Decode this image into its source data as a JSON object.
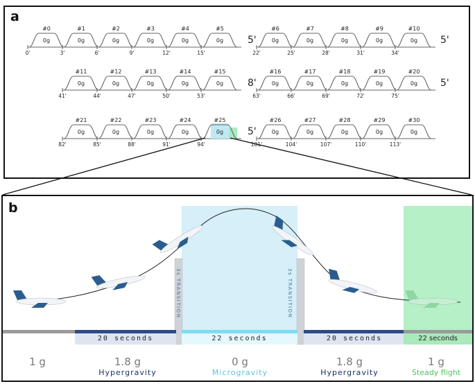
{
  "panel_a": {
    "label": "a",
    "rows": [
      {
        "groups": [
          {
            "parabolas": [
              "#0",
              "#1",
              "#2",
              "#3",
              "#4",
              "#5"
            ],
            "times": [
              "0'",
              "3'",
              "6'",
              "9'",
              "12'",
              "15'"
            ]
          },
          {
            "parabolas": [
              "#6",
              "#7",
              "#8",
              "#9",
              "#10"
            ],
            "times": [
              "22'",
              "25'",
              "28'",
              "31'",
              "34'"
            ]
          }
        ],
        "pauses": [
          "5'",
          "5'"
        ]
      },
      {
        "groups": [
          {
            "parabolas": [
              "#11",
              "#12",
              "#13",
              "#14",
              "#15"
            ],
            "times": [
              "41'",
              "44'",
              "47'",
              "50'",
              "53'"
            ]
          },
          {
            "parabolas": [
              "#16",
              "#17",
              "#18",
              "#19",
              "#20"
            ],
            "times": [
              "63'",
              "66'",
              "69'",
              "72'",
              "75'"
            ]
          }
        ],
        "pauses": [
          "8'",
          "5'"
        ]
      },
      {
        "groups": [
          {
            "parabolas": [
              "#21",
              "#22",
              "#23",
              "#24",
              "#25"
            ],
            "times": [
              "82'",
              "85'",
              "88'",
              "91'",
              "94'"
            ]
          },
          {
            "parabolas": [
              "#26",
              "#27",
              "#28",
              "#29",
              "#30"
            ],
            "times": [
              "101'",
              "104'",
              "107'",
              "110'",
              "113'"
            ]
          }
        ],
        "pauses": [
          "5'"
        ]
      }
    ],
    "hump_label": "0g",
    "colors": {
      "microgravity_highlight": "#bfe8f4",
      "steady_highlight": "#a9ebc0"
    }
  },
  "panel_b": {
    "label": "b",
    "transition_label": "3s TRANSITION",
    "phases": [
      {
        "g": "1 g",
        "name": "",
        "duration": "",
        "bar_color": "#9a9a9a"
      },
      {
        "g": "1.8 g",
        "name": "Hypergravity",
        "duration": "20 seconds",
        "bar_color": "#2e4a86",
        "name_color": "#1c2f66"
      },
      {
        "g": "0 g",
        "name": "Microgravity",
        "duration": "22 seconds",
        "bar_color": "#7ddcf2",
        "name_color": "#5cc3e2"
      },
      {
        "g": "1.8 g",
        "name": "Hypergravity",
        "duration": "20 seconds",
        "bar_color": "#2e4a86",
        "name_color": "#1c2f66"
      },
      {
        "g": "1 g",
        "name": "Steady flight",
        "duration": "22 seconds",
        "bar_color": "#9a9a9a",
        "name_color": "#4fc45a"
      }
    ],
    "colors": {
      "microgravity_zone": "#d6eff8",
      "steady_zone": "#b5f0c7",
      "aircraft_body": "#f2f4f7",
      "aircraft_tail": "#2a5d8f"
    }
  }
}
